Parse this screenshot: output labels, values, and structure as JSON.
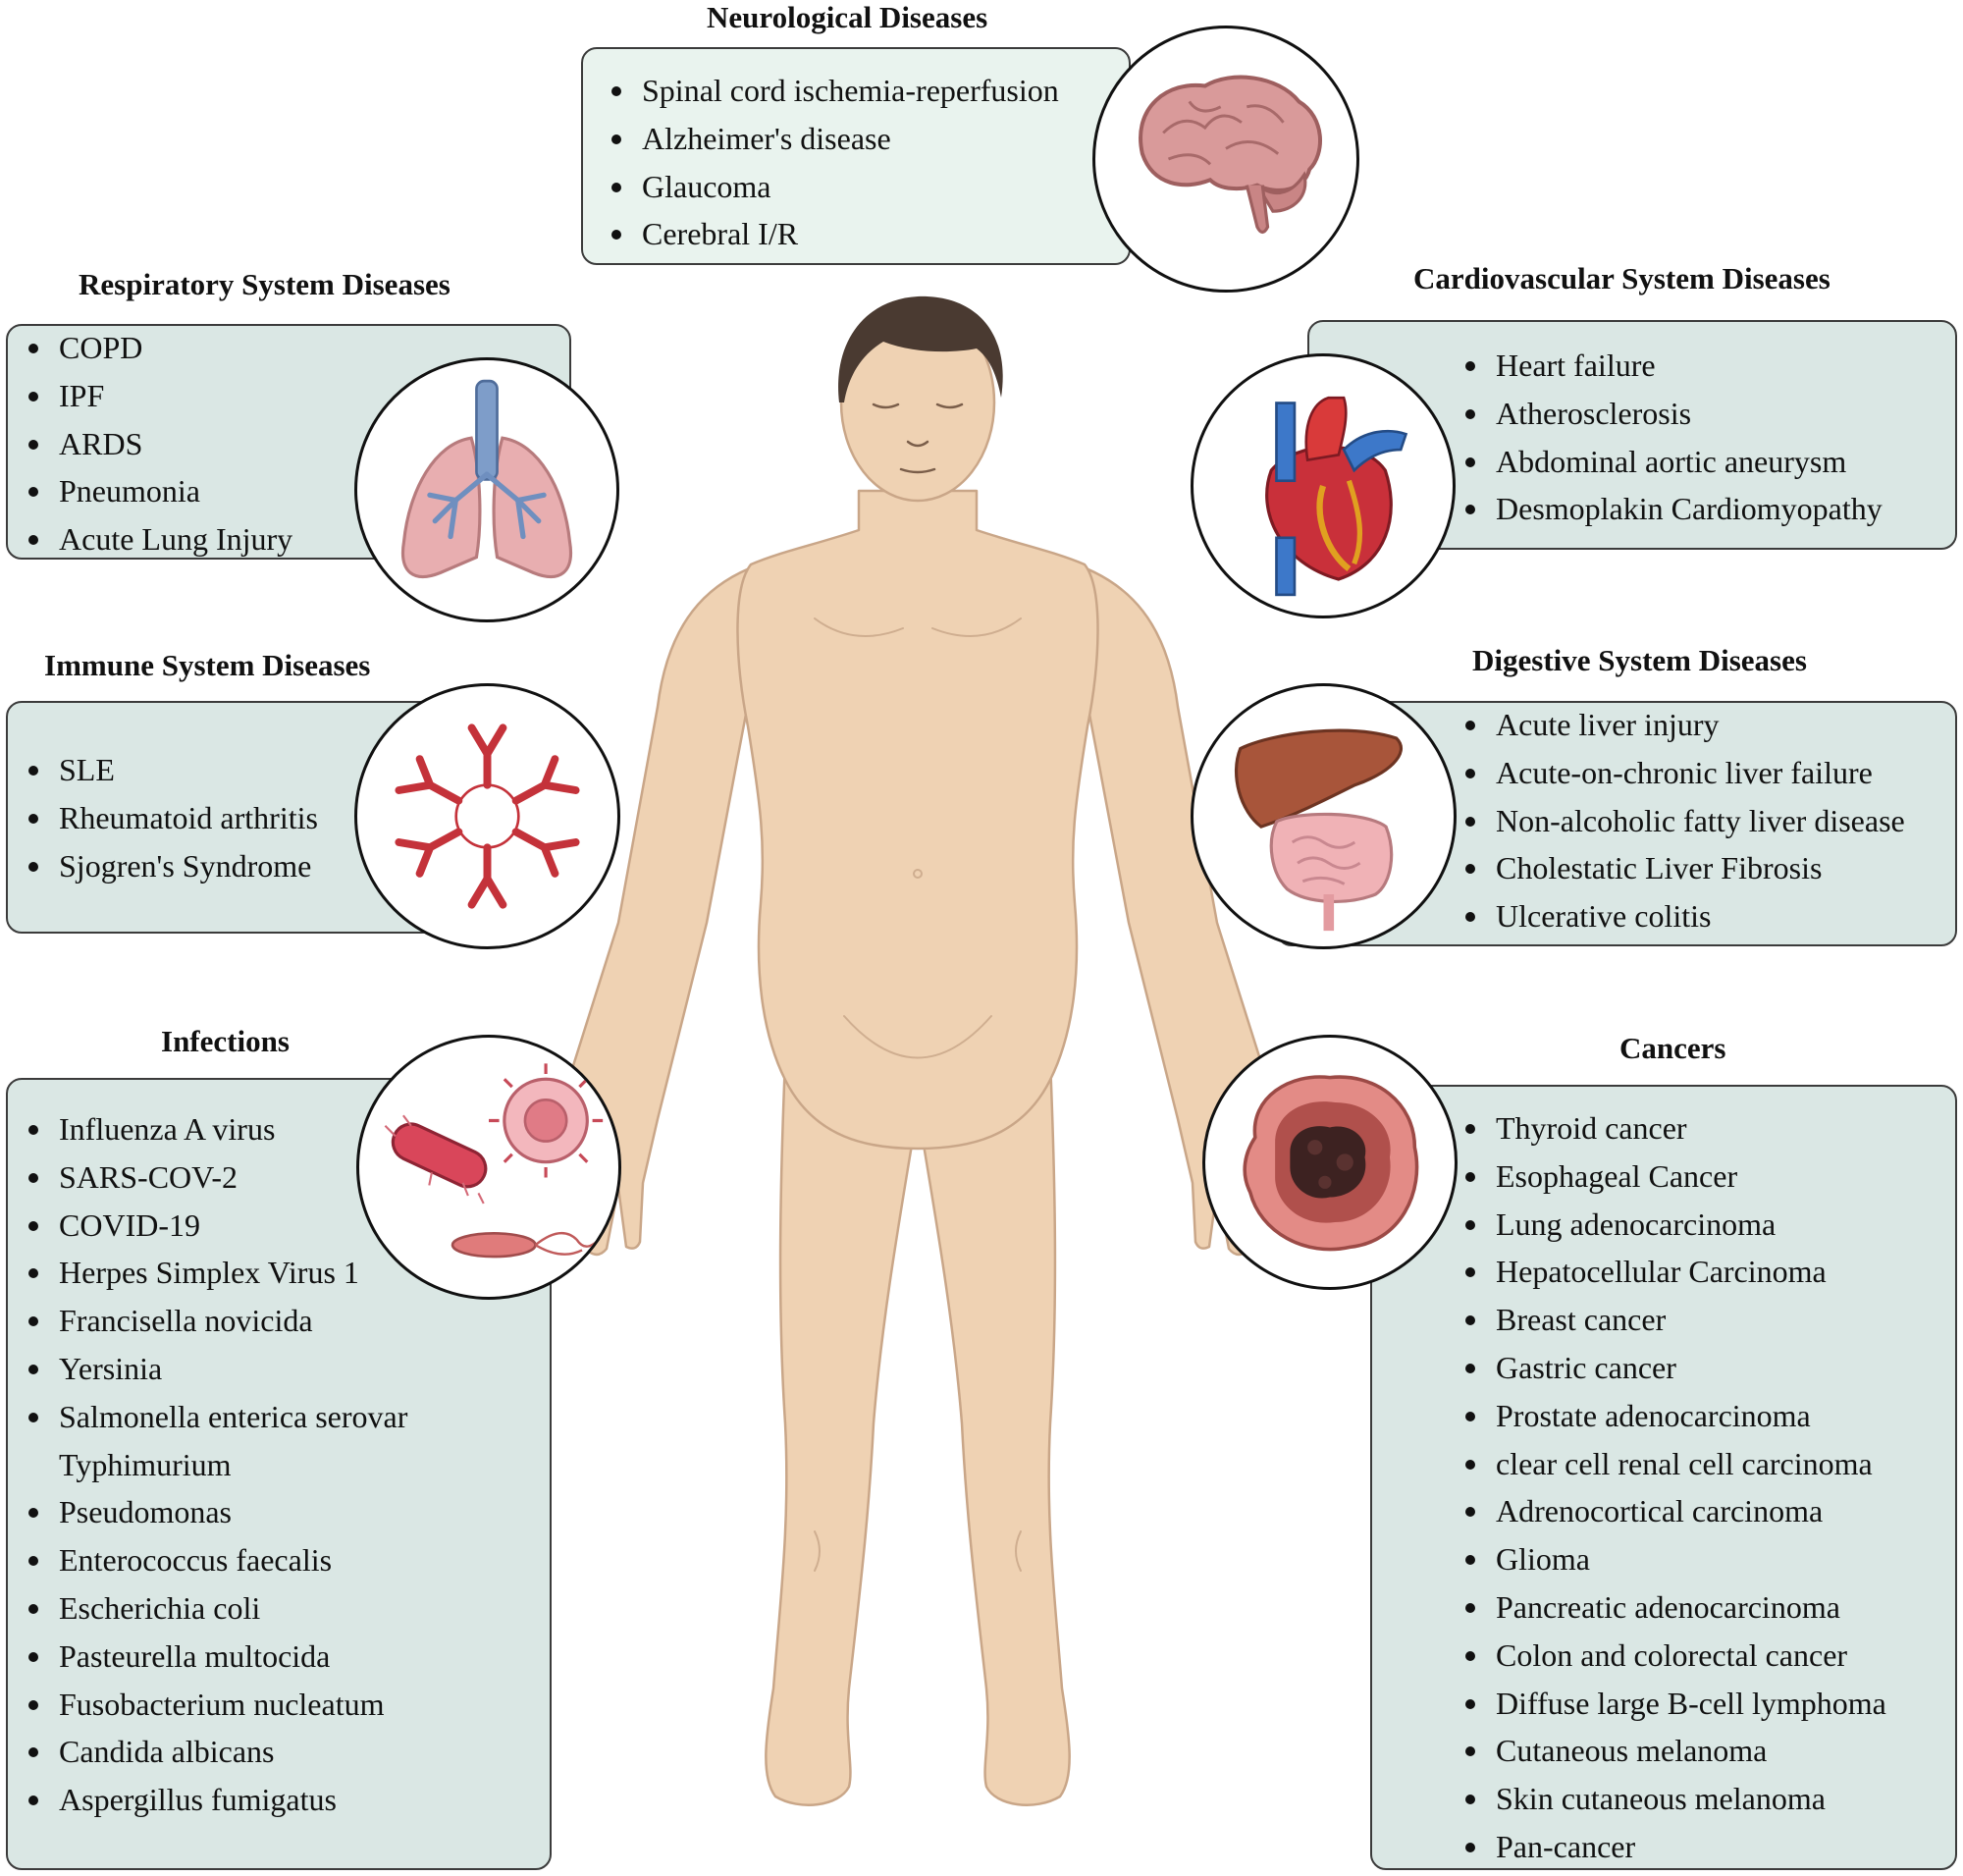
{
  "panels": {
    "neuro": {
      "title": "Neurological Diseases",
      "items": [
        "Spinal cord ischemia-reperfusion",
        "Alzheimer's disease",
        "Glaucoma",
        "Cerebral I/R"
      ]
    },
    "respiratory": {
      "title": "Respiratory System  Diseases",
      "items": [
        "COPD",
        "IPF",
        "ARDS",
        "Pneumonia",
        "Acute Lung Injury"
      ]
    },
    "cardio": {
      "title": "Cardiovascular System Diseases",
      "items": [
        "Heart failure",
        "Atherosclerosis",
        "Abdominal aortic aneurysm",
        "Desmoplakin Cardiomyopathy"
      ]
    },
    "immune": {
      "title": "Immune System Diseases",
      "items": [
        "SLE",
        "Rheumatoid arthritis",
        "Sjogren's Syndrome"
      ]
    },
    "digestive": {
      "title": "Digestive System  Diseases",
      "items": [
        "Acute liver injury",
        "Acute-on-chronic liver failure",
        "Non-alcoholic fatty liver disease",
        "Cholestatic Liver Fibrosis",
        "Ulcerative colitis"
      ]
    },
    "infections": {
      "title": "Infections",
      "items": [
        "Influenza A virus",
        "SARS-COV-2",
        "COVID-19",
        "Herpes Simplex Virus 1",
        "Francisella novicida",
        "Yersinia",
        "Salmonella enterica serovar",
        "Typhimurium",
        "Pseudomonas",
        "Enterococcus faecalis",
        "Escherichia coli",
        "Pasteurella multocida",
        "Fusobacterium nucleatum",
        "Candida albicans",
        "Aspergillus fumigatus"
      ]
    },
    "cancers": {
      "title": "Cancers",
      "items": [
        "Thyroid cancer",
        "Esophageal Cancer",
        "Lung adenocarcinoma",
        "Hepatocellular Carcinoma",
        "Breast cancer",
        "Gastric cancer",
        "Prostate adenocarcinoma",
        "clear cell renal cell carcinoma",
        "Adrenocortical carcinoma",
        "Glioma",
        "Pancreatic adenocarcinoma",
        "Colon and colorectal cancer",
        "Diffuse large B-cell lymphoma",
        "Cutaneous melanoma",
        "Skin cutaneous melanoma",
        "Pan-cancer"
      ]
    }
  },
  "icons": {
    "neuro": "brain-icon",
    "respiratory": "lungs-icon",
    "cardio": "heart-icon",
    "immune": "antibody-icon",
    "digestive": "liver-intestine-icon",
    "infections": "pathogens-icon",
    "cancers": "tumor-icon",
    "center": "human-body-icon"
  },
  "colors": {
    "panel_fill": "#dae7e4",
    "neuro_fill": "#e9f3ee",
    "skin": "#efd2b3",
    "hair": "#4a3a31"
  }
}
